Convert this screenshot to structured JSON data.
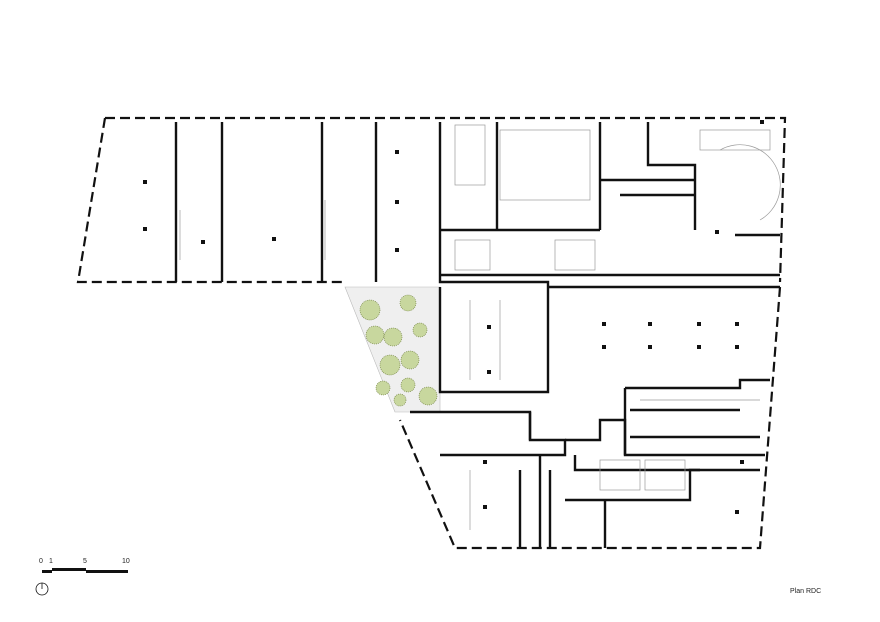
{
  "drawing": {
    "title": "Plan RDC",
    "scale_bar": {
      "labels": [
        "0",
        "1",
        "5",
        "10"
      ]
    },
    "north_arrow": "north-arrow-icon",
    "colors": {
      "walls": "#111111",
      "thin_lines": "#9a9a9a",
      "trees": "#b7c98a",
      "paving": "#e6e6e6"
    }
  }
}
